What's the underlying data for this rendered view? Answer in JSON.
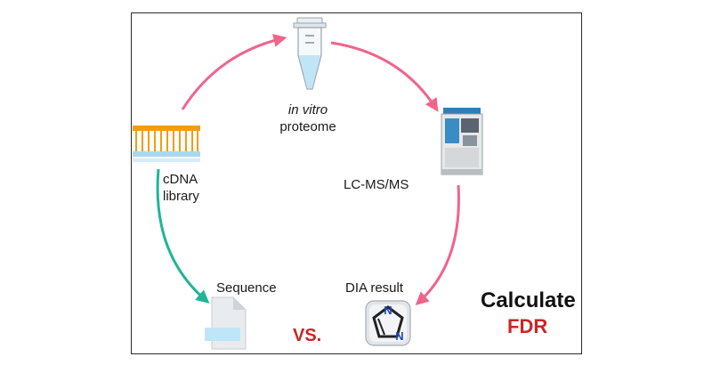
{
  "labels": {
    "proteome_italic": "in vitro",
    "proteome": "proteome",
    "cdna_line1": "cDNA",
    "cdna_line2": "library",
    "lcms": "LC-MS/MS",
    "sequence": "Sequence",
    "dia_result": "DIA result",
    "vs": "VS.",
    "calculate": "Calculate",
    "fdr": "FDR"
  },
  "icons": {
    "tube": "test-tube-icon",
    "dna": "cdna-library-icon",
    "ms": "mass-spectrometer-icon",
    "doc": "sequence-file-icon",
    "dia": "dia-result-app-icon",
    "dia_letter": "N"
  },
  "colors": {
    "pink_arrow": "#f0648c",
    "teal_arrow": "#1fb596",
    "accent_red": "#c62828",
    "dna_orange": "#f39c12",
    "dna_blue": "#a8d8f0",
    "tube_liquid": "#bfe6f7"
  }
}
